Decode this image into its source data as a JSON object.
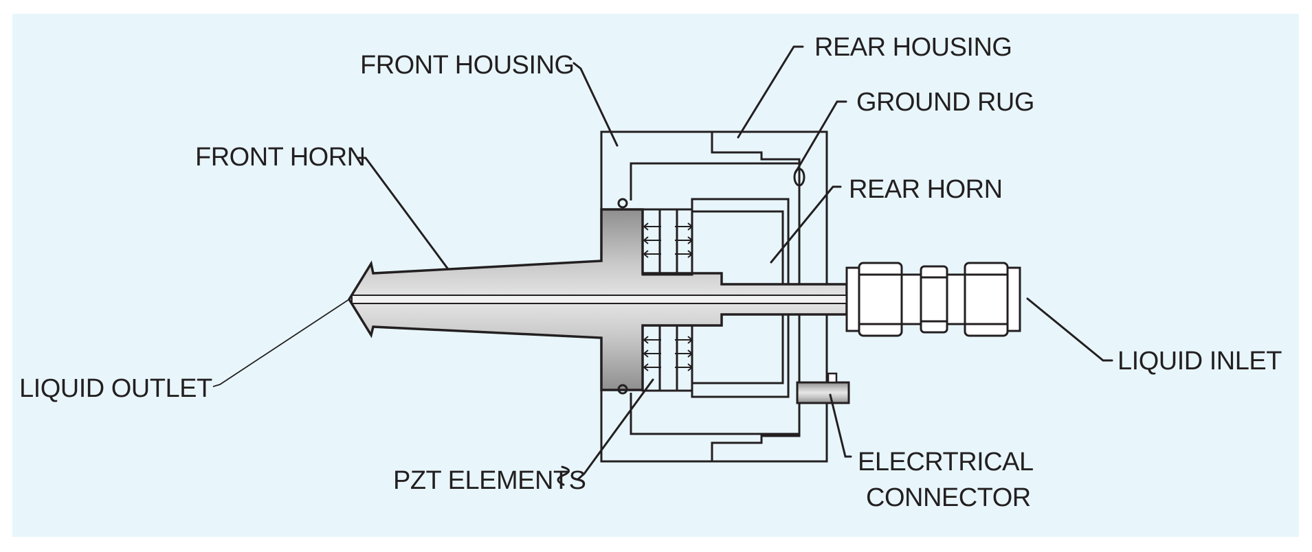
{
  "diagram": {
    "colors": {
      "background": "#e8f6fc",
      "line": "#231f20",
      "metal_light": "#d9d9d9",
      "metal_dark": "#9a9a9a"
    },
    "labels": {
      "front_housing": "FRONT HOUSING",
      "rear_housing": "REAR HOUSING",
      "ground_rug": "GROUND RUG",
      "front_horn": "FRONT HORN",
      "rear_horn": "REAR HORN",
      "liquid_outlet": "LIQUID OUTLET",
      "liquid_inlet": "LIQUID INLET",
      "pzt_elements": "PZT ELEMENTS",
      "electrical_connector_line1": "ELECRTRICAL",
      "electrical_connector_line2": "CONNECTOR"
    }
  }
}
